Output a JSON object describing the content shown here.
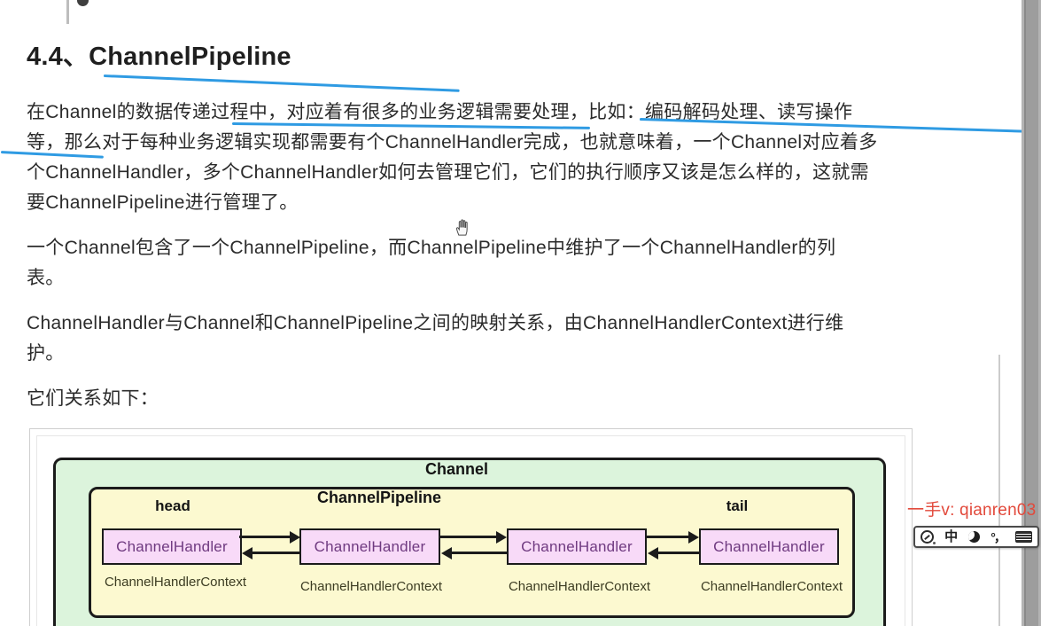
{
  "heading": {
    "text": "4.4、ChannelPipeline"
  },
  "paragraphs": {
    "p1_lines": [
      "在Channel的数据传递过程中，对应着有很多的业务逻辑需要处理，比如：编码解码处理、读写操作",
      "等，那么对于每种业务逻辑实现都需要有个ChannelHandler完成，也就意味着，一个Channel对应着多",
      "个ChannelHandler，多个ChannelHandler如何去管理它们，它们的执行顺序又该是怎么样的，这就需",
      "要ChannelPipeline进行管理了。"
    ],
    "p2_lines": [
      "一个Channel包含了一个ChannelPipeline，而ChannelPipeline中维护了一个ChannelHandler的列",
      "表。"
    ],
    "p3_lines": [
      "ChannelHandler与Channel和ChannelPipeline之间的映射关系，由ChannelHandlerContext进行维",
      "护。"
    ],
    "p4": "它们关系如下："
  },
  "diagram": {
    "channel_label": "Channel",
    "pipeline_label": "ChannelPipeline",
    "head_label": "head",
    "tail_label": "tail",
    "handlers": [
      {
        "label": "ChannelHandler",
        "context": "ChannelHandlerContext"
      },
      {
        "label": "ChannelHandler",
        "context": "ChannelHandlerContext"
      },
      {
        "label": "ChannelHandler",
        "context": "ChannelHandlerContext"
      },
      {
        "label": "ChannelHandler",
        "context": "ChannelHandlerContext"
      }
    ]
  },
  "annotations": {
    "watermark": "一手v: qianren03"
  },
  "ime_bar": {
    "mode_label": "中",
    "punct_label": "°，"
  },
  "colors": {
    "annotation_blue": "#2f9be3",
    "watermark_red": "#e2493b",
    "diagram_green": "#dcf4dc",
    "diagram_yellow": "#fcf9d0",
    "diagram_pink": "#f8daf8"
  }
}
